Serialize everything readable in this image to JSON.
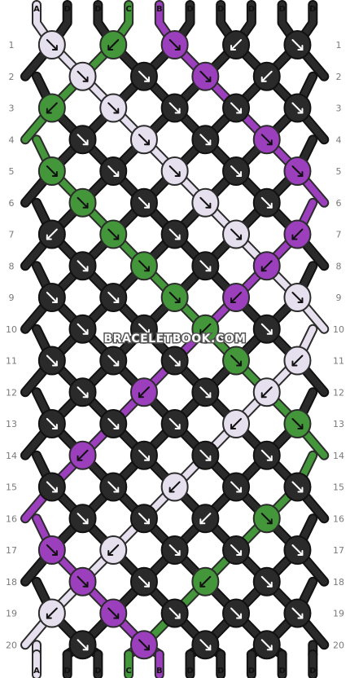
{
  "watermark": "BRACELETBOOK.COM",
  "strands": [
    "A",
    "D",
    "D",
    "C",
    "B",
    "D",
    "D",
    "D",
    "D",
    "D"
  ],
  "colors": {
    "A": "#e6e0ee",
    "B": "#9b3fbd",
    "C": "#43963a",
    "D": "#2a2a2a"
  },
  "rows": [
    "ACBDD",
    "ADBD",
    "CADDD",
    "DADB",
    "CDADB",
    "CDAD",
    "DCDAB",
    "DCDB",
    "DDCBA",
    "DDCD",
    "DDDCA",
    "DBDA",
    "DDDAC",
    "BDDD",
    "DDADD",
    "DDDC",
    "BADDD",
    "BDCD",
    "ABDDD",
    "DBDD"
  ],
  "dirs": [
    [
      "br",
      "bl",
      "br",
      "bl",
      "br"
    ],
    [
      "br",
      "br",
      "br",
      "bl"
    ],
    [
      "bl",
      "br",
      "br",
      "br",
      "br"
    ],
    [
      "br",
      "br",
      "br",
      "br"
    ],
    [
      "br",
      "br",
      "br",
      "br",
      "br"
    ],
    [
      "br",
      "br",
      "br",
      "br"
    ],
    [
      "bl",
      "br",
      "br",
      "br",
      "bl"
    ],
    [
      "br",
      "br",
      "br",
      "bl"
    ],
    [
      "br",
      "br",
      "br",
      "bl",
      "br"
    ],
    [
      "br",
      "br",
      "bl",
      "br"
    ],
    [
      "br",
      "br",
      "br",
      "br",
      "bl"
    ],
    [
      "br",
      "bl",
      "br",
      "bl"
    ],
    [
      "br",
      "br",
      "br",
      "bl",
      "br"
    ],
    [
      "bl",
      "br",
      "br",
      "br"
    ],
    [
      "br",
      "br",
      "bl",
      "br",
      "br"
    ],
    [
      "br",
      "br",
      "bl",
      "br"
    ],
    [
      "br",
      "bl",
      "br",
      "br",
      "br"
    ],
    [
      "br",
      "br",
      "bl",
      "br"
    ],
    [
      "bl",
      "br",
      "br",
      "br",
      "br"
    ],
    [
      "br",
      "br",
      "br",
      "br"
    ]
  ]
}
